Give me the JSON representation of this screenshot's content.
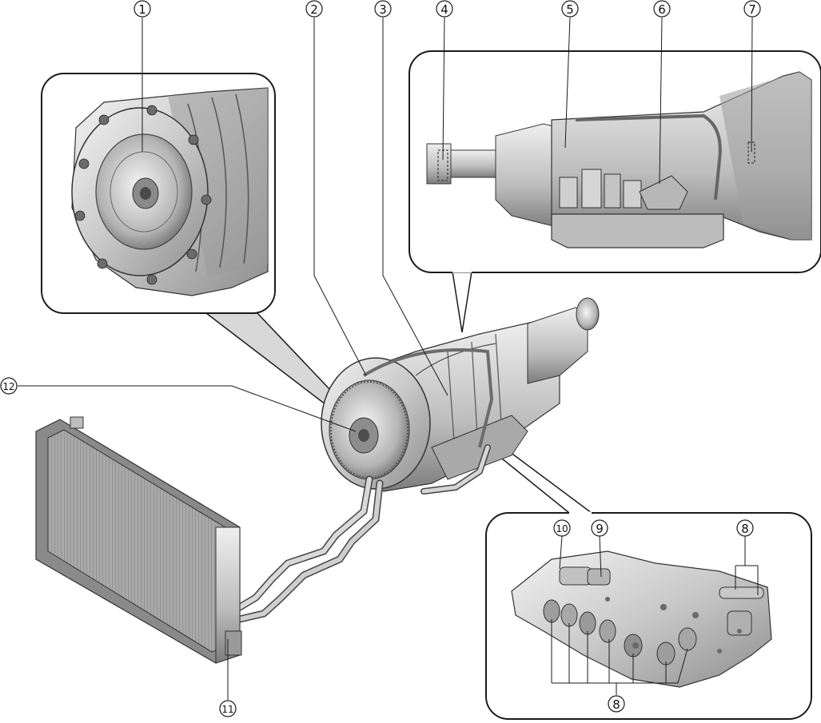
{
  "callouts": {
    "c1": "1",
    "c2": "2",
    "c3": "3",
    "c4": "4",
    "c5": "5",
    "c6": "6",
    "c7": "7",
    "c8a": "8",
    "c8b": "8",
    "c9": "9",
    "c10": "10",
    "c11": "11",
    "c12": "12"
  },
  "colors": {
    "metal_light": "#e6e6e6",
    "metal_mid": "#b8b8b8",
    "metal_dark": "#7c7c7c",
    "outline": "#1a1a1a"
  },
  "components": [
    "torque-converter-inset",
    "transmission-side-view-inset",
    "control-valve-body-inset",
    "automatic-transmission-assembly",
    "oil-cooler-radiator",
    "cooler-pipes"
  ]
}
